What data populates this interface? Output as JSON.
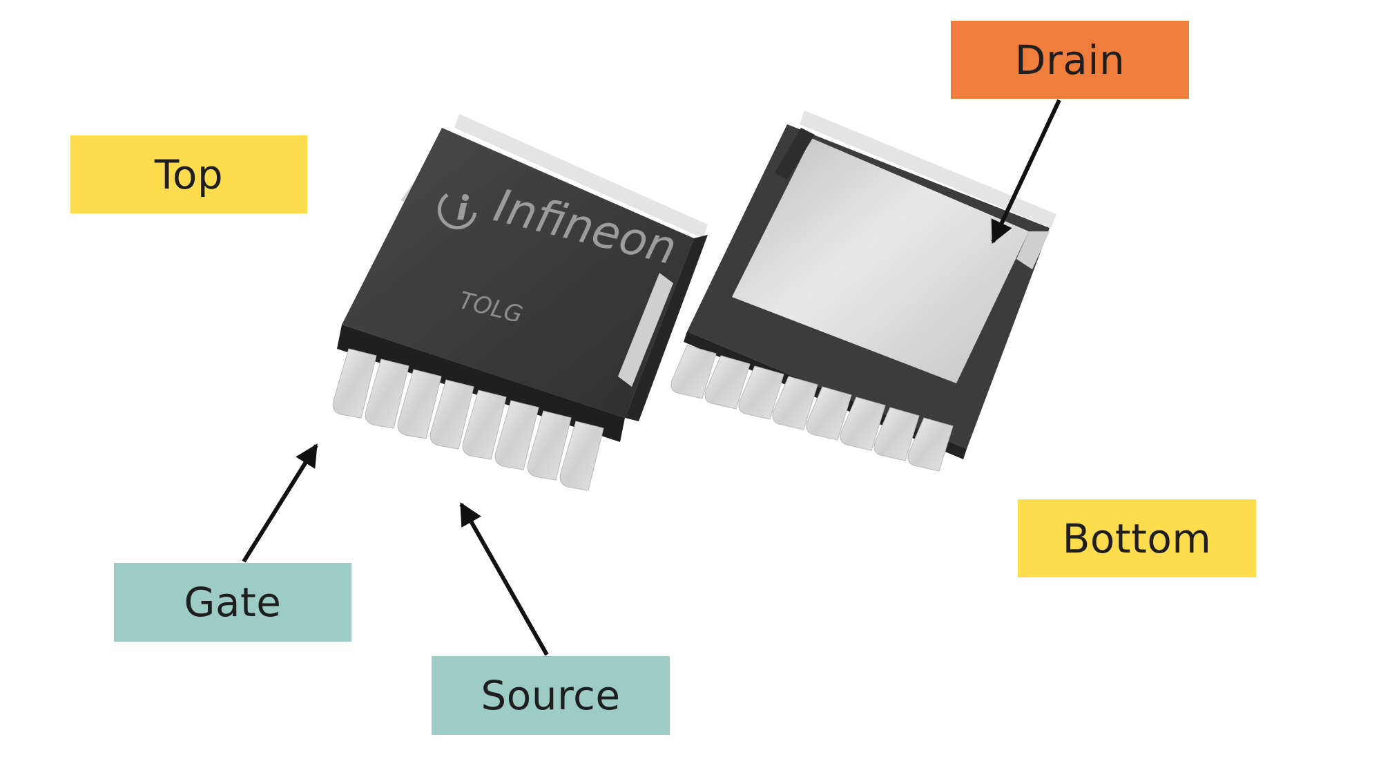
{
  "labels": {
    "top": "Top",
    "bottom": "Bottom",
    "drain": "Drain",
    "gate": "Gate",
    "source": "Source"
  },
  "package": {
    "brand": "Infineon",
    "marking": "TOLG",
    "logo_icon": "infineon-logo-icon"
  },
  "colors": {
    "view_label": "#fddd4e",
    "drain_label": "#ef7d3c",
    "pin_label": "#9cccc4",
    "body_dark": "#3a3a3a",
    "metal": "#d4d4d4",
    "arrow": "#111111"
  }
}
